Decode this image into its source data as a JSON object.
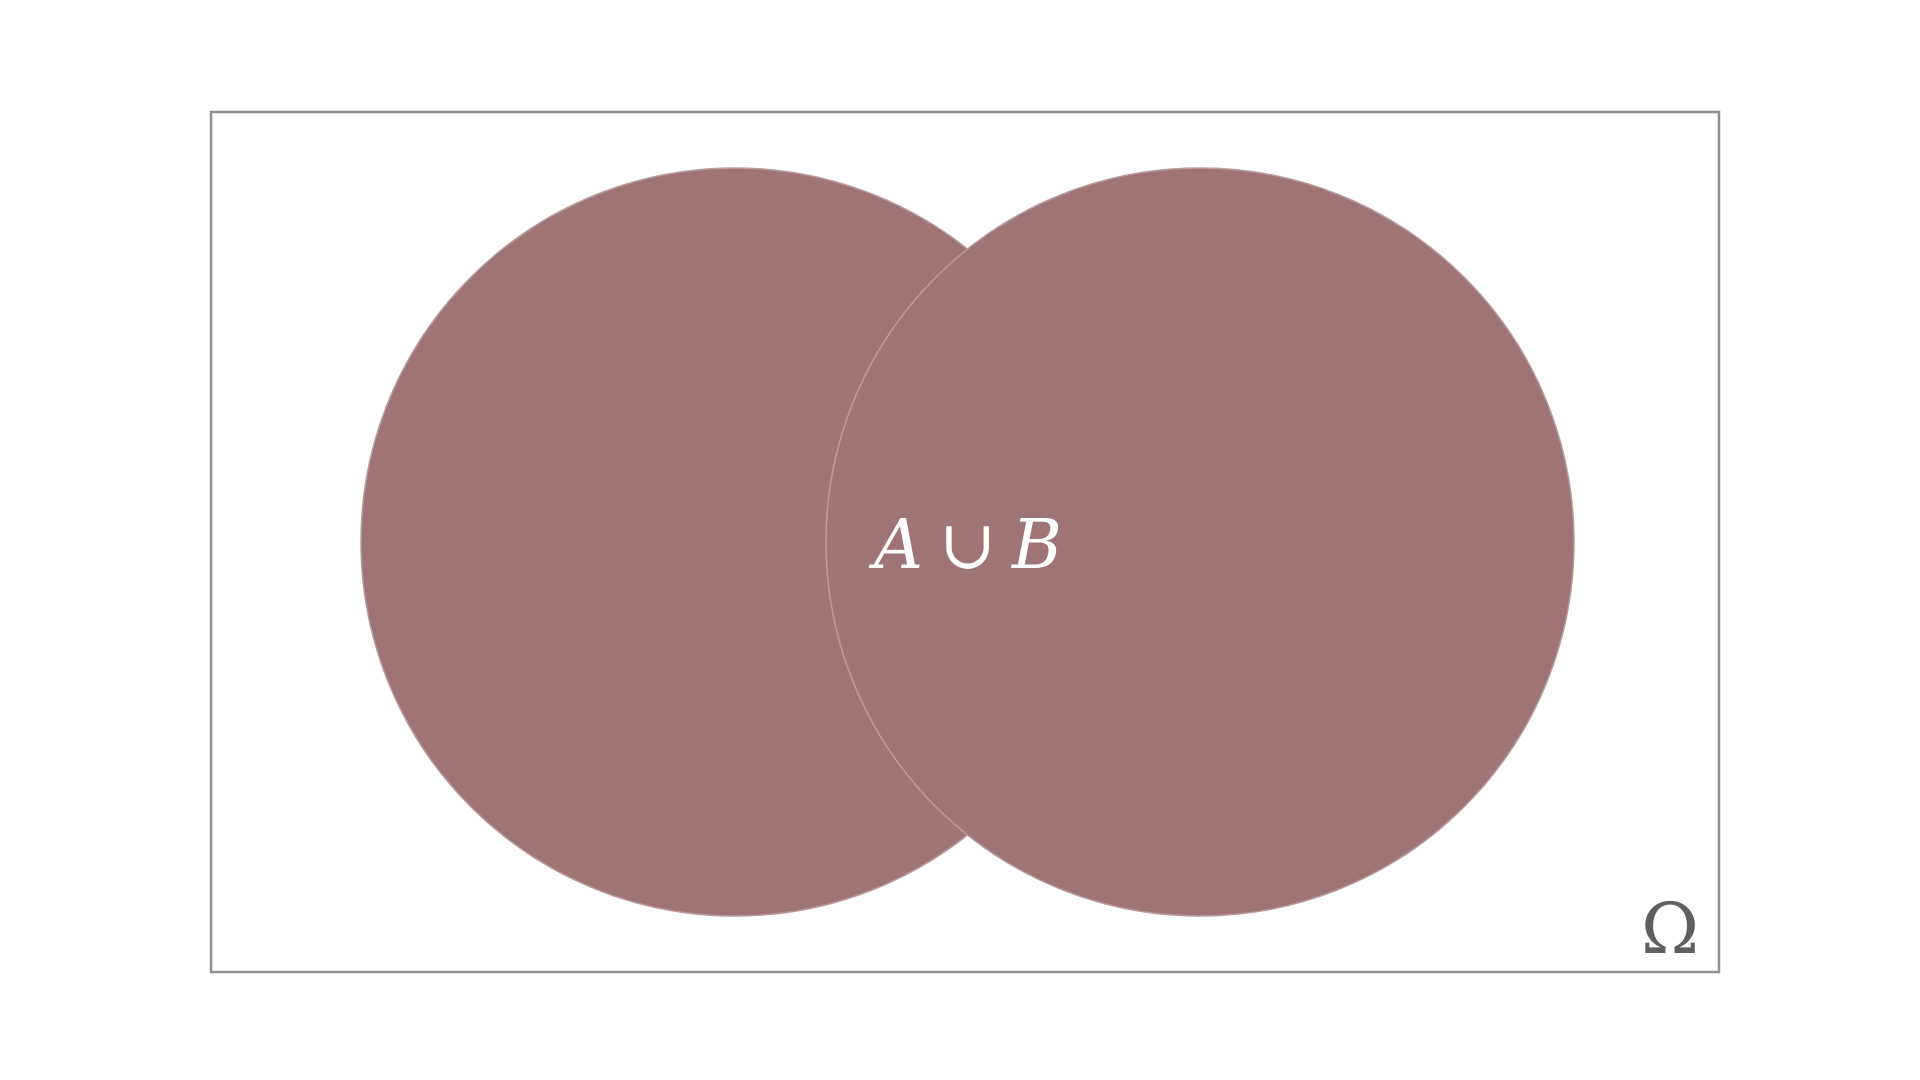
{
  "diagram": {
    "type": "venn",
    "universe_label": "Ω",
    "sets": [
      {
        "name": "A"
      },
      {
        "name": "B"
      }
    ],
    "region_label": {
      "left": "A",
      "op": "∪",
      "right": "B"
    },
    "shaded_region": "union",
    "colors": {
      "fill": "#9e7476",
      "frame": "#8f8f8f",
      "label": "#ffffff",
      "universe_label": "#5f5f5f",
      "background": "#ffffff"
    }
  }
}
